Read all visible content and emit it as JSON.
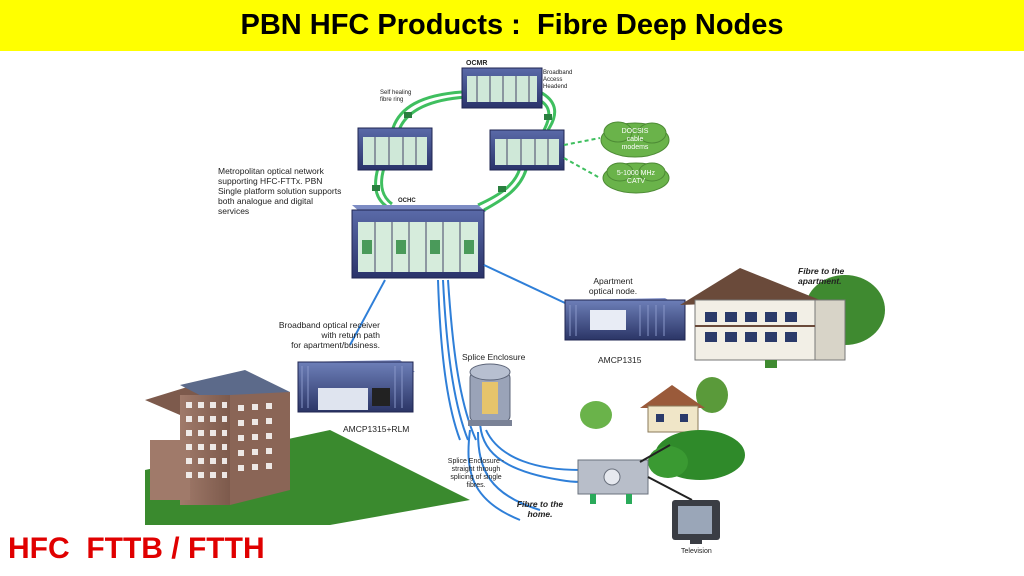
{
  "title": "PBN HFC Products :  Fibre Deep Nodes",
  "footer": "HFC  FTTB / FTTH",
  "labels": {
    "ocmr": "OCMR",
    "broadband_headend": "Broadband\nAccess\nHeadend",
    "self_healing": "Self healing\nfibre ring",
    "docsis": "DOCSIS\ncable\nmodems",
    "catv": "5-1000 MHz\nCATV",
    "metro_text": "Metropolitan optical network\nsupporting HFC-FTTx. PBN\nSingle platform solution supports\nboth analogue and digital\nservices",
    "ochc": "OCHC",
    "apartment_node": "Apartment\noptical node.",
    "fibre_apartment": "Fibre to the\napartment.",
    "amcp_apartment": "AMCP1315",
    "receiver_text": "Broadband optical receiver\nwith return path\nfor apartment/business.",
    "splice_enclosure": "Splice Enclosure",
    "amcp_rlm": "AMCP1315+RLM",
    "splice_note": "Splice Enclosure -\nstraight through\nsplicing of single\nfibres.",
    "fibre_home": "Fibre to the\nhome.",
    "television": "Television"
  },
  "colors": {
    "title_bar": "#ffff00",
    "footer_text": "#e00000",
    "fibre_ring": "#3fbf5f",
    "fibre_blue": "#2f7fd8",
    "cloud_green": "#6ab34a",
    "rack_blue": "#3a4a8a"
  }
}
